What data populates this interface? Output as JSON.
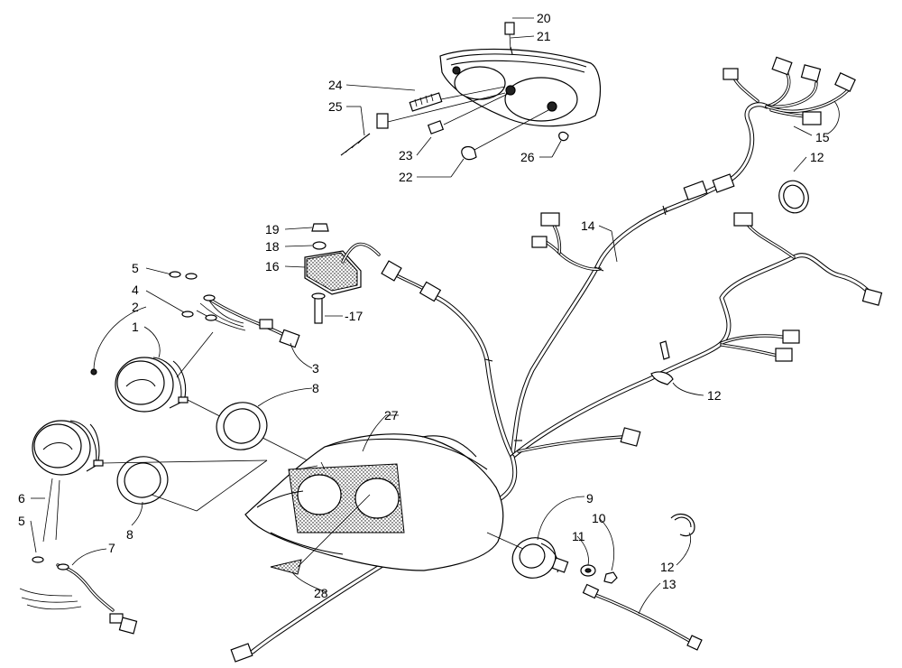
{
  "callouts": [
    {
      "id": "c20",
      "label": "20"
    },
    {
      "id": "c21",
      "label": "21"
    },
    {
      "id": "c24",
      "label": "24"
    },
    {
      "id": "c25",
      "label": "25"
    },
    {
      "id": "c23",
      "label": "23"
    },
    {
      "id": "c22",
      "label": "22"
    },
    {
      "id": "c26",
      "label": "26"
    },
    {
      "id": "c15",
      "label": "15"
    },
    {
      "id": "c12a",
      "label": "12"
    },
    {
      "id": "c14",
      "label": "14"
    },
    {
      "id": "c19",
      "label": "19"
    },
    {
      "id": "c18",
      "label": "18"
    },
    {
      "id": "c16",
      "label": "16"
    },
    {
      "id": "c17",
      "label": "-17"
    },
    {
      "id": "c5a",
      "label": "5"
    },
    {
      "id": "c4",
      "label": "4"
    },
    {
      "id": "c2",
      "label": "2"
    },
    {
      "id": "c1",
      "label": "1"
    },
    {
      "id": "c3",
      "label": "3"
    },
    {
      "id": "c8a",
      "label": "8"
    },
    {
      "id": "c12b",
      "label": "12"
    },
    {
      "id": "c27",
      "label": "27"
    },
    {
      "id": "c6",
      "label": "6"
    },
    {
      "id": "c5b",
      "label": "5"
    },
    {
      "id": "c7",
      "label": "7"
    },
    {
      "id": "c8b",
      "label": "8"
    },
    {
      "id": "c9",
      "label": "9"
    },
    {
      "id": "c10",
      "label": "10"
    },
    {
      "id": "c11",
      "label": "11"
    },
    {
      "id": "c12c",
      "label": "12"
    },
    {
      "id": "c13",
      "label": "13"
    },
    {
      "id": "c28",
      "label": "28"
    }
  ]
}
